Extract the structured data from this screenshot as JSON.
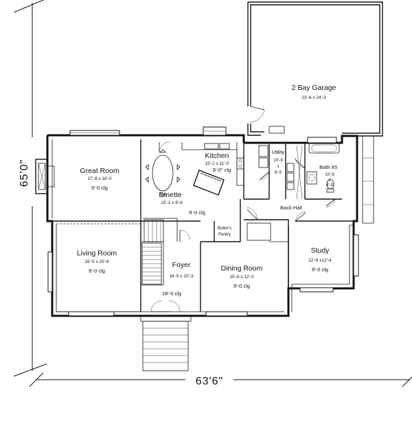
{
  "dimensions": {
    "height": "65'0\"",
    "width": "63'6\""
  },
  "rooms": {
    "garage": {
      "name": "2 Bay Garage",
      "size": "23'-6 x 24'-3",
      "ceiling": ""
    },
    "great_room": {
      "name": "Great Room",
      "size": "17'-8 x 16'-0",
      "ceiling": "9'-0 clg"
    },
    "kitchen": {
      "name": "Kitchen",
      "size": "15'-2 x 11'-0",
      "ceiling": "9'-0\" clg"
    },
    "utility": {
      "name": "Utility",
      "size_w": "10'-9",
      "size_x": "x",
      "size_h": "8'-5"
    },
    "bath3": {
      "name": "Bath #3",
      "size_w": "10'-9",
      "size_x": "x",
      "size_h": "6'-0"
    },
    "dinette": {
      "name": "Dinette",
      "size": "15'-2 x 9'-6",
      "ceiling": "9'-0 clg"
    },
    "back_hall": {
      "name": "Back Hall"
    },
    "butlers": {
      "line1": "Butler's",
      "line2": "Pantry"
    },
    "living_room": {
      "name": "Living Room",
      "size": "15'-5 x 15'-8",
      "ceiling": "9'-0 clg"
    },
    "foyer": {
      "name": "Foyer",
      "size": "16'-5 x 10'-3",
      "ceiling": "18'-0 clg"
    },
    "dining_room": {
      "name": "Dining Room",
      "size": "15'-6 x 12'-0",
      "ceiling": "9'-0 clg"
    },
    "study": {
      "name": "Study",
      "size": "12'-8 x12'-4",
      "ceiling": "9'-0 clg"
    }
  }
}
